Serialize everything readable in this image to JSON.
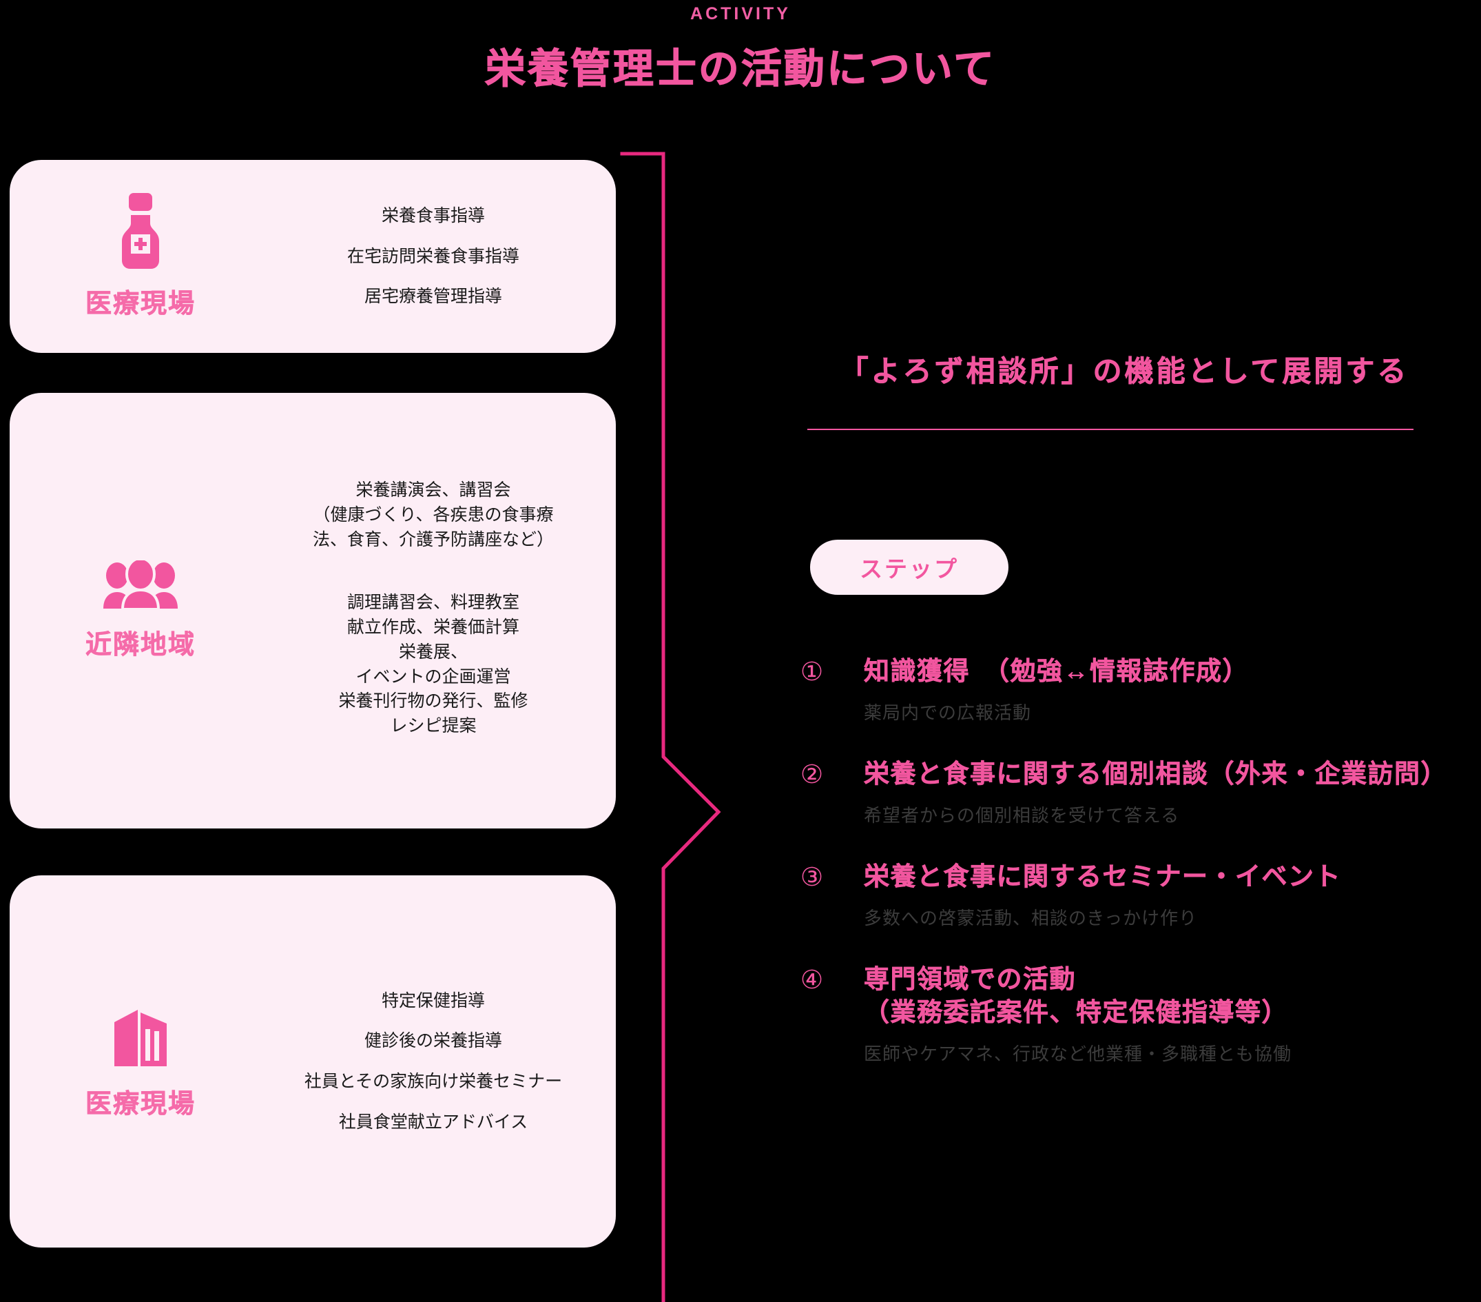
{
  "header": {
    "eyebrow": "ACTIVITY",
    "title": "栄養管理士の活動について"
  },
  "colors": {
    "background": "#000000",
    "accent_pink": "#f2569f",
    "card_bg": "#fdeef6",
    "label_pink": "#f56ba9",
    "desc_gray": "#3c3c3c"
  },
  "cards": [
    {
      "icon": "medicine-bottle-icon",
      "label": "医療現場",
      "lines": [
        "栄養食事指導",
        "在宅訪問栄養食事指導",
        "居宅療養管理指導"
      ]
    },
    {
      "icon": "people-group-icon",
      "label": "近隣地域",
      "group_a": [
        "栄養講演会、講習会",
        "（健康づくり、各疾患の食事療",
        "法、食育、介護予防講座など）"
      ],
      "group_b": [
        "調理講習会、料理教室",
        "献立作成、栄養価計算",
        "栄養展、",
        "イベントの企画運営",
        "栄養刊行物の発行、監修",
        "レシピ提案"
      ]
    },
    {
      "icon": "building-icon",
      "label": "医療現場",
      "lines": [
        "特定保健指導",
        "健診後の栄養指導",
        "社員とその家族向け栄養セミナー",
        "社員食堂献立アドバイス"
      ]
    }
  ],
  "right": {
    "title": "「よろず相談所」の機能として展開する",
    "badge": "ステップ",
    "steps": [
      {
        "num": "①",
        "title": "知識獲得　（勉強↔情報誌作成）",
        "title_line2": "",
        "desc": "薬局内での広報活動"
      },
      {
        "num": "②",
        "title": "栄養と食事に関する個別相談（外来・企業訪問）",
        "title_line2": "",
        "desc": "希望者からの個別相談を受けて答える"
      },
      {
        "num": "③",
        "title": "栄養と食事に関するセミナー・イベント",
        "title_line2": "",
        "desc": "多数への啓蒙活動、相談のきっかけ作り"
      },
      {
        "num": "④",
        "title": "専門領域での活動",
        "title_line2": "（業務委託案件、特定保健指導等）",
        "desc": "医師やケアマネ、行政など他業種・多職種とも協働"
      }
    ]
  }
}
